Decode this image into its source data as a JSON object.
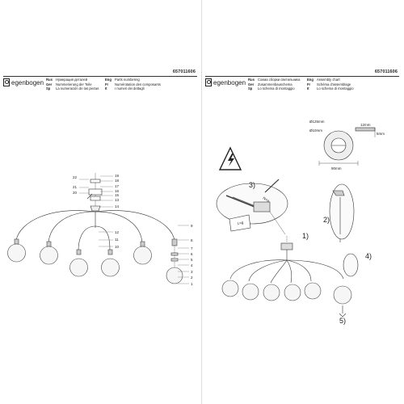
{
  "left_page": {
    "code": "657011606",
    "logo": "egenbogen",
    "languages_col1": [
      {
        "code": "Rus",
        "text": "Нумерация деталей"
      },
      {
        "code": "Ger",
        "text": "Nummerierung der Teile"
      },
      {
        "code": "Sp",
        "text": "La numeración de las piezas"
      }
    ],
    "languages_col2": [
      {
        "code": "Eng",
        "text": "Parts numbering"
      },
      {
        "code": "Fr",
        "text": "Numérotation des composants"
      },
      {
        "code": "It",
        "text": "I numeri dei dettagli"
      }
    ],
    "part_numbers": [
      "1",
      "2",
      "3",
      "4",
      "5",
      "6",
      "7",
      "8",
      "9",
      "10",
      "11",
      "12",
      "13",
      "14",
      "15",
      "16",
      "17",
      "18",
      "19",
      "20",
      "21",
      "22"
    ]
  },
  "right_page": {
    "code": "657011606",
    "logo": "egenbogen",
    "languages_col1": [
      {
        "code": "Rus",
        "text": "Схема сборки светильника"
      },
      {
        "code": "Ger",
        "text": "Zusammenbauschema"
      },
      {
        "code": "Sp",
        "text": "Lo schema di montaggio"
      }
    ],
    "languages_col2": [
      {
        "code": "Eng",
        "text": "Assembly chart"
      },
      {
        "code": "Fr",
        "text": "Schéma d'assemblage"
      },
      {
        "code": "It",
        "text": "Lo schema di montaggio"
      }
    ],
    "dimensions": {
      "outer_diameter": "Ø125mm",
      "inner_diameter": "Ø10mm",
      "depth": "12mm",
      "height": "5mm",
      "spacing": "90mm"
    },
    "wire_labels": {
      "neutral": "N=a",
      "live": "L=g"
    },
    "steps": [
      "1)",
      "2)",
      "3)",
      "4)",
      "5)"
    ]
  }
}
